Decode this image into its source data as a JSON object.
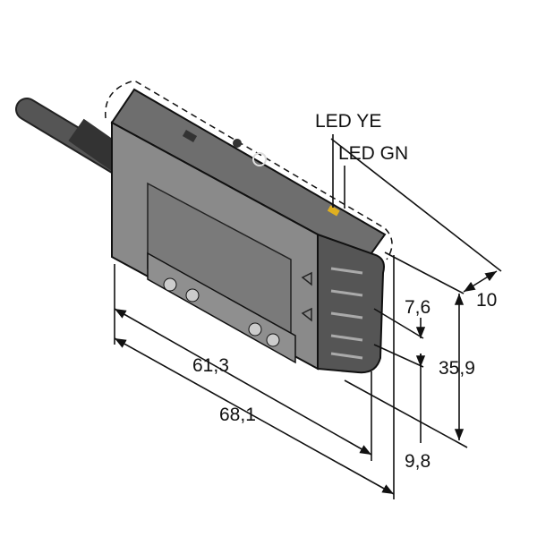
{
  "labels": {
    "led_ye": "LED YE",
    "led_gn": "LED GN"
  },
  "dimensions": {
    "length_inner": "61,3",
    "length_outer": "68,1",
    "width": "10",
    "height": "35,9",
    "offset_top": "7,6",
    "offset_bottom": "9,8"
  },
  "colors": {
    "body": "#8a8a8a",
    "top": "#6e6e6e",
    "cap": "#555555",
    "cable": "#4a4a4a",
    "led": "#e0b020"
  }
}
